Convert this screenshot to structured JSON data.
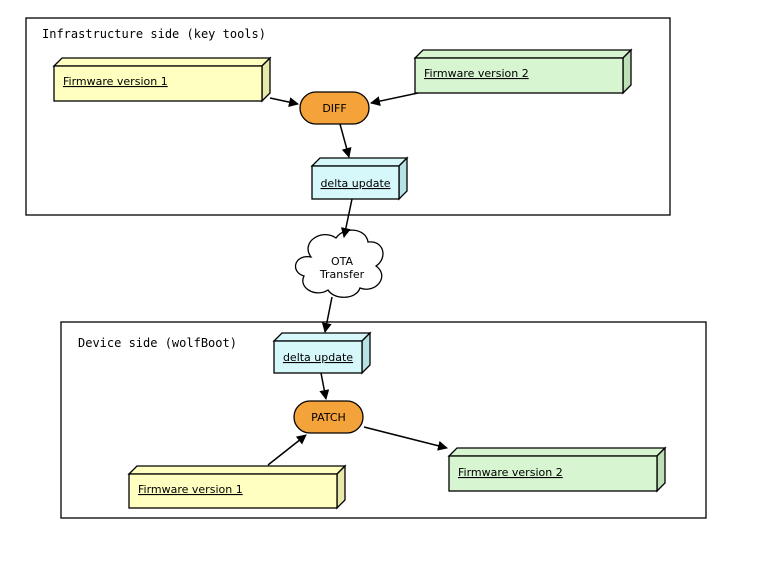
{
  "colors": {
    "yellow": "#ffffc0",
    "yellow_side": "#e8e8a8",
    "green": "#d6f5d0",
    "green_side": "#bde0b6",
    "cyan": "#d6f8fb",
    "cyan_side": "#b6e2e6",
    "orange": "#f4a23a",
    "cloud": "#ffffff"
  },
  "infrastructure": {
    "title": "Infrastructure side (key tools)",
    "firmware_v1": "Firmware version 1",
    "firmware_v2": "Firmware version 2",
    "diff": "DIFF",
    "delta_update": "delta update"
  },
  "transfer": {
    "line1": "OTA",
    "line2": "Transfer"
  },
  "device": {
    "title": "Device side (wolfBoot)",
    "delta_update": "delta update",
    "patch": "PATCH",
    "firmware_v1": "Firmware version 1",
    "firmware_v2": "Firmware version 2"
  }
}
